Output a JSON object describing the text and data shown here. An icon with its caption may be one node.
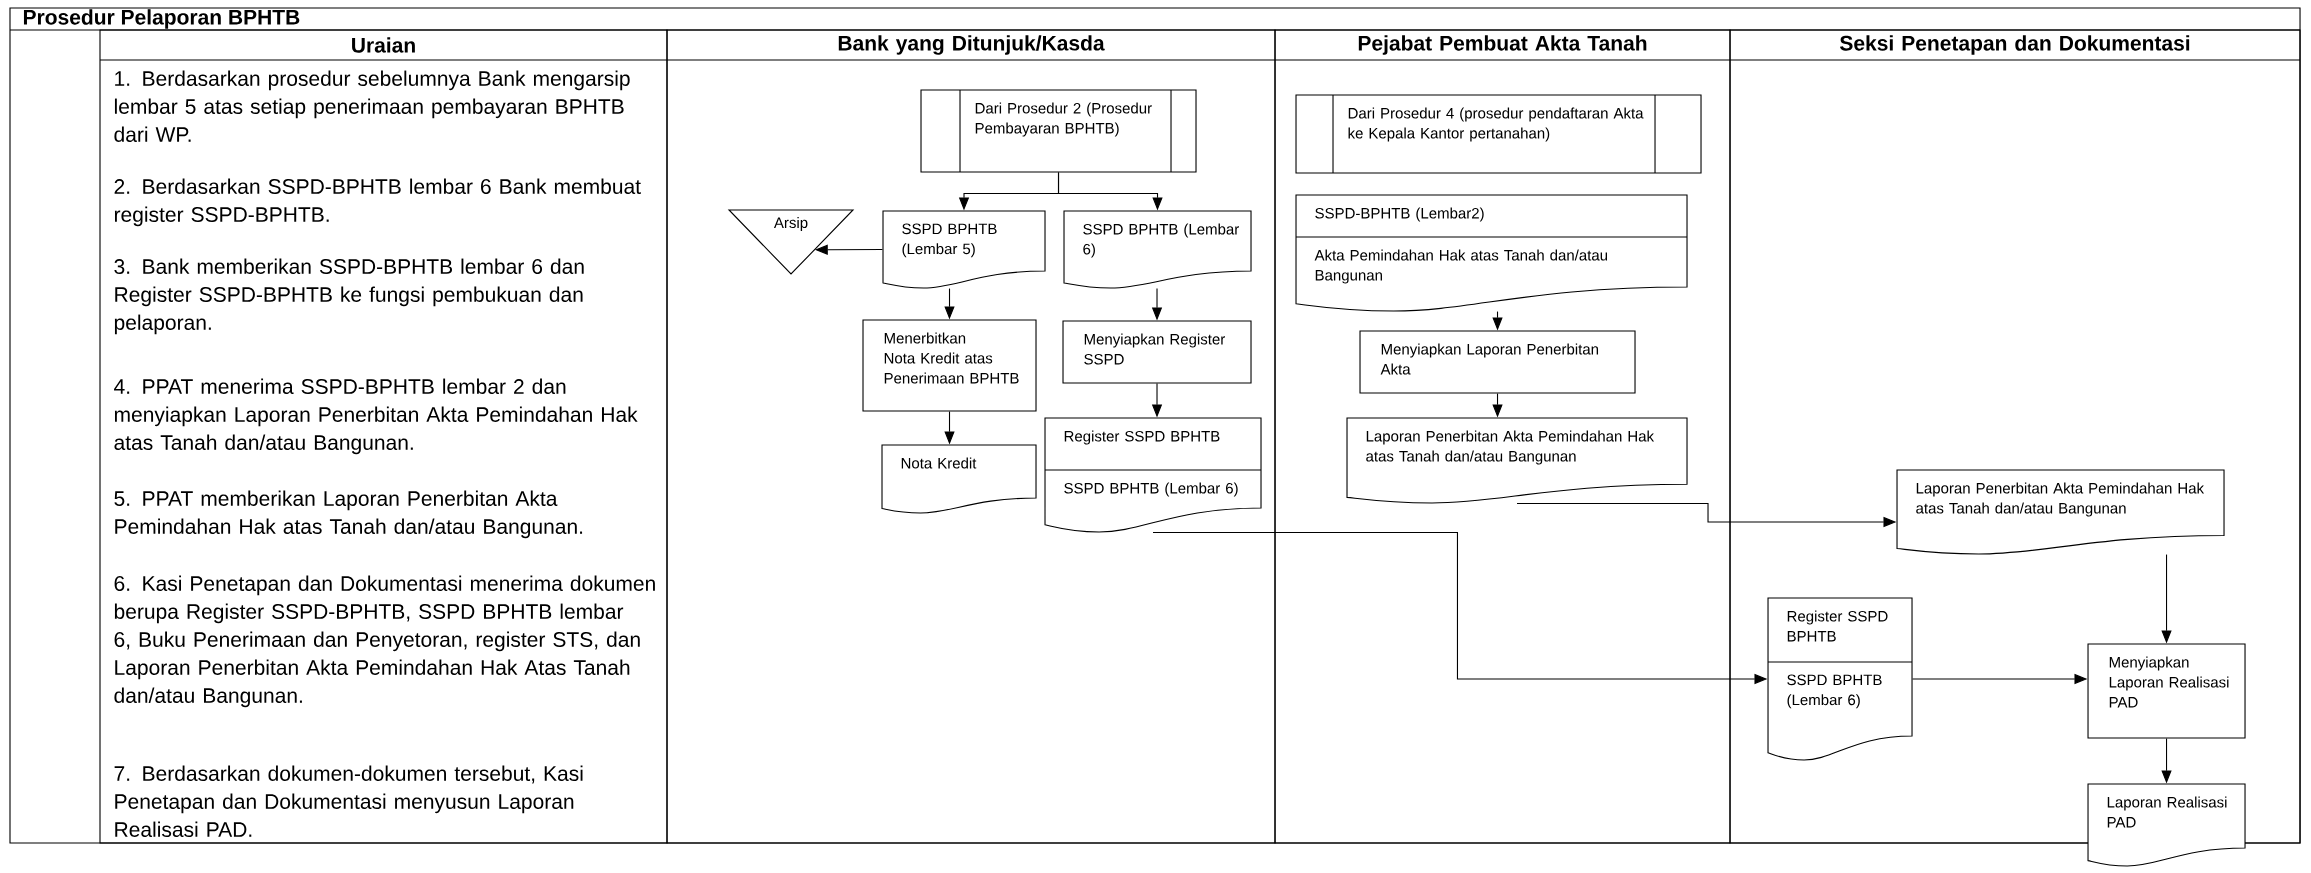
{
  "diagram": {
    "title": "Prosedur Pelaporan BPHTB",
    "nodes": [
      {
        "text": [
          "Uraian",
          "1. Berdasarkan prosedur sebelumnya Bank mengarsip lembar 5 atas setiap penerimaan pembayaran BPHTB dari WP.",
          "2. Berdasarkan SSPD-BPHTB lembar 6 Bank membuat register SSPD-BPHTB.",
          "3. Bank memberikan SSPD-BPHTB lembar 6 dan Register SSPD-BPHTB ke fungsi pembukuan dan pelaporan.",
          "4. PPAT menerima SSPD-BPHTB lembar 2 dan menyiapkan Laporan Penerbitan Akta Pemindahan Hak atas Tanah dan/atau Bangunan.",
          "5. PPAT memberikan Laporan Penerbitan Akta Pemindahan Hak atas Tanah dan/atau Bangunan.",
          "6. Kasi Penetapan dan Dokumentasi menerima dokumen berupa Register SSPD-BPHTB, SSPD BPHTB lembar 6, Buku Penerimaan dan Penyetoran, register STS, dan Laporan Penerbitan Akta Pemindahan Hak Atas Tanah dan/atau Bangunan.",
          "7. Berdasarkan dokumen-dokumen tersebut, Kasi Penetapan dan Dokumentasi menyusun Laporan Realisasi PAD."
        ]
      },
      {
        "text": [
          "Bank yang Ditunjuk/Kasda"
        ]
      },
      {
        "text": [
          "Pejabat Pembuat Akta Tanah"
        ]
      },
      {
        "text": [
          "Seksi Penetapan dan Dokumentasi"
        ]
      },
      {
        "text": [
          "Dari Prosedur 2 (Prosedur Pembayaran BPHTB)"
        ],
        "in": 1
      },
      {
        "text": [
          "Arsip"
        ],
        "in": 1
      },
      {
        "text": [
          "SSPD BPHTB (Lembar 5)"
        ],
        "in": 1
      },
      {
        "text": [
          "SSPD BPHTB (Lembar 6)"
        ],
        "in": 1
      },
      {
        "text": [
          "Menerbitkan Nota Kredit atas Penerimaan BPHTB"
        ],
        "in": 1
      },
      {
        "text": [
          "Menyiapkan Register SSPD"
        ],
        "in": 1
      },
      {
        "text": [
          "Nota Kredit"
        ],
        "in": 1
      },
      {
        "text": [
          "Register SSPD BPHTB",
          "SSPD BPHTB (Lembar 6)"
        ],
        "in": 1
      },
      {
        "text": [
          "Dari Prosedur 4 (prosedur pendaftaran Akta ke Kepala Kantor pertanahan)"
        ],
        "in": 2
      },
      {
        "text": [
          "SSPD-BPHTB (Lembar2)",
          "Akta Pemindahan Hak atas Tanah dan/atau Bangunan"
        ],
        "in": 2
      },
      {
        "text": [
          "Menyiapkan Laporan Penerbitan Akta"
        ],
        "in": 2
      },
      {
        "text": [
          "Laporan Penerbitan Akta Pemindahan Hak atas Tanah dan/atau Bangunan"
        ],
        "in": 2
      },
      {
        "text": [
          "Laporan Penerbitan Akta Pemindahan Hak atas Tanah dan/atau Bangunan"
        ],
        "in": 3
      },
      {
        "text": [
          "Register SSPD BPHTB",
          "SSPD BPHTB (Lembar 6)"
        ],
        "in": 3
      },
      {
        "text": [
          "Menyiapkan Laporan Realisasi PAD"
        ],
        "in": 3
      },
      {
        "text": [
          "Laporan Realisasi PAD"
        ]
      }
    ],
    "edges": [
      {
        "from": 4,
        "to": 6,
        "arrow": "to"
      },
      {
        "from": 4,
        "to": 7,
        "arrow": "to"
      },
      {
        "from": 6,
        "to": 5,
        "arrow": "to"
      },
      {
        "from": 6,
        "to": 8,
        "arrow": "to"
      },
      {
        "from": 8,
        "to": 10,
        "arrow": "to"
      },
      {
        "from": 7,
        "to": 9,
        "arrow": "to"
      },
      {
        "from": 9,
        "to": 11,
        "arrow": "to"
      },
      {
        "from": 13,
        "to": 14,
        "arrow": "to"
      },
      {
        "from": 14,
        "to": 15,
        "arrow": "to"
      },
      {
        "from": 15,
        "to": 16,
        "arrow": "to"
      },
      {
        "from": 11,
        "to": 17,
        "arrow": "to"
      },
      {
        "from": 17,
        "to": 18,
        "arrow": "to"
      },
      {
        "from": 16,
        "to": 18,
        "arrow": "to"
      },
      {
        "from": 18,
        "to": 19,
        "arrow": "to"
      }
    ]
  }
}
